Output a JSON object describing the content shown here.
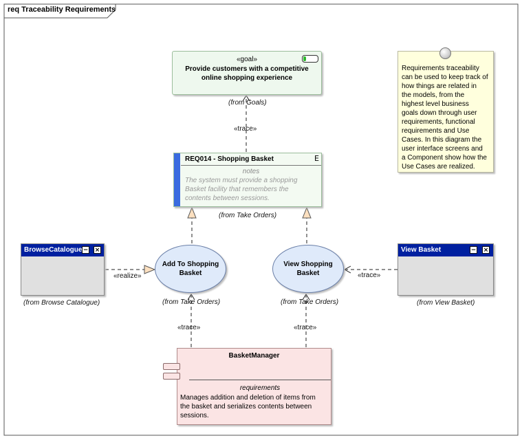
{
  "frame": {
    "title": "req Traceability Requirements"
  },
  "goal": {
    "stereotype": "«goal»",
    "name_line1": "Provide customers with a competitive",
    "name_line2": "online shopping experience",
    "from": "(from Goals)"
  },
  "requirement": {
    "title": "REQ014 - Shopping Basket",
    "glyph": "E",
    "notes_title": "notes",
    "notes_line1": "The system must provide a shopping",
    "notes_line2": "Basket facility that remembers the",
    "notes_line3": "contents between sessions.",
    "from": "(from Take Orders)"
  },
  "note": {
    "lines": [
      "Requirements traceability",
      "can be used to keep track of",
      "how things are related in",
      "the models, from the",
      "highest level business",
      "goals down through user",
      "requirements, functional",
      "requirements and Use",
      "Cases.  In this diagram the",
      "user interface screens and",
      "a Component show how the",
      "Use Cases are realized."
    ]
  },
  "browse_catalogue": {
    "title": "BrowseCatalogue",
    "from": "(from Browse Catalogue)"
  },
  "view_basket_screen": {
    "title": "View Basket",
    "from": "(from View Basket)"
  },
  "use_case_add": {
    "line1": "Add To Shopping",
    "line2": "Basket",
    "from": "(from Take Orders)"
  },
  "use_case_view": {
    "line1": "View Shopping",
    "line2": "Basket",
    "from": "(from Take Orders)"
  },
  "component": {
    "title": "BasketManager",
    "requirements_title": "requirements",
    "requirements_line1": "Manages addition and deletion of items from",
    "requirements_line2": "the basket and serializes contents between",
    "requirements_line3": "sessions."
  },
  "connectors": {
    "trace_goal": "«trace»",
    "realize": "«realize»",
    "trace_view": "«trace»",
    "trace_comp_add": "«trace»",
    "trace_comp_view": "«trace»"
  },
  "ui_buttons": {
    "minimize": "−",
    "close": "×"
  }
}
